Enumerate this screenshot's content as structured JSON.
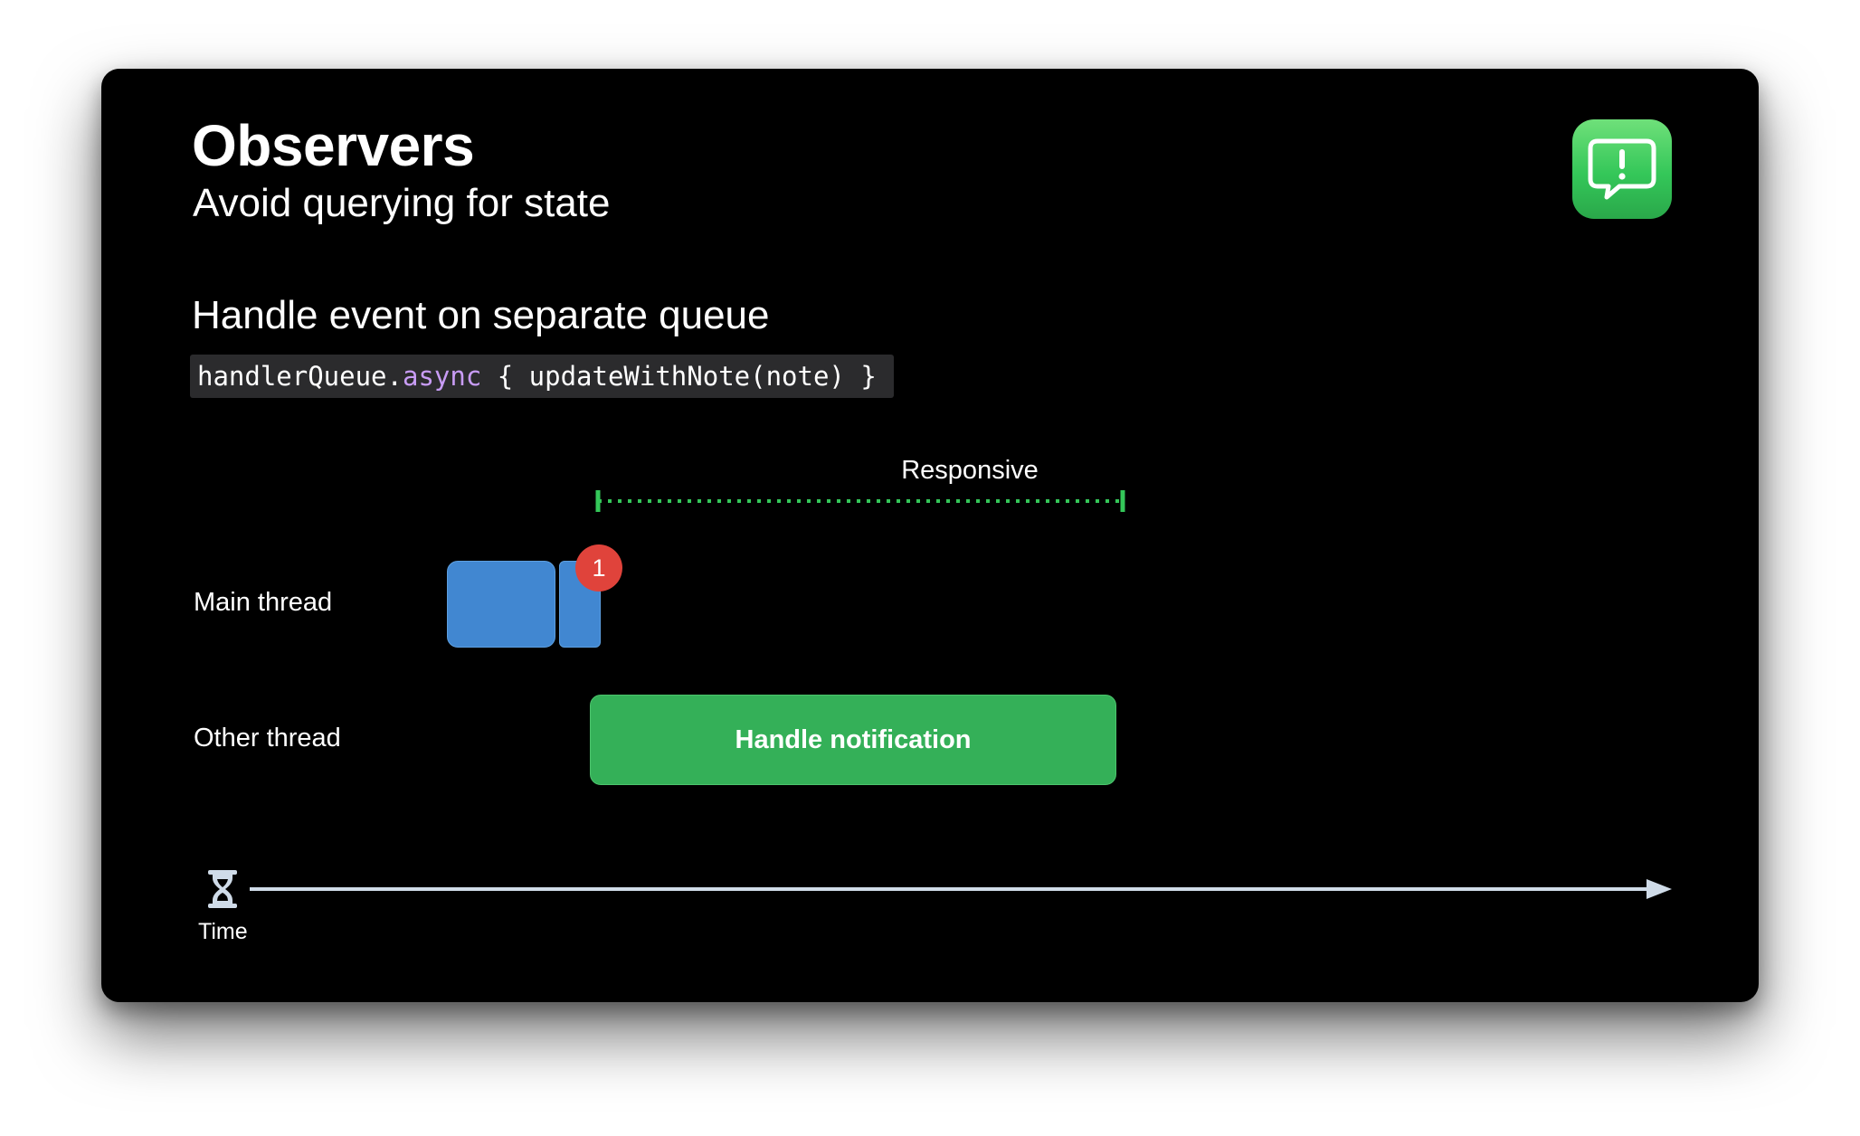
{
  "slide": {
    "title": "Observers",
    "subtitle": "Avoid querying for state",
    "section_heading": "Handle event on separate queue",
    "code": {
      "prefix": "handlerQueue.",
      "keyword": "async",
      "suffix": " { updateWithNote(note) }",
      "keyword_color": "#c89cf5"
    },
    "app_icon": "feedback-assistant-icon"
  },
  "diagram": {
    "responsive_label": "Responsive",
    "rows": {
      "main_thread": "Main thread",
      "other_thread": "Other thread"
    },
    "badge": "1",
    "task_label": "Handle notification",
    "time_label": "Time",
    "time_icon": "hourglass-icon",
    "colors": {
      "main_block": "#4187d1",
      "task_block": "#34b058",
      "badge": "#e0433b",
      "responsive_range": "#34c759",
      "time_axis": "#cfdbe8"
    }
  }
}
